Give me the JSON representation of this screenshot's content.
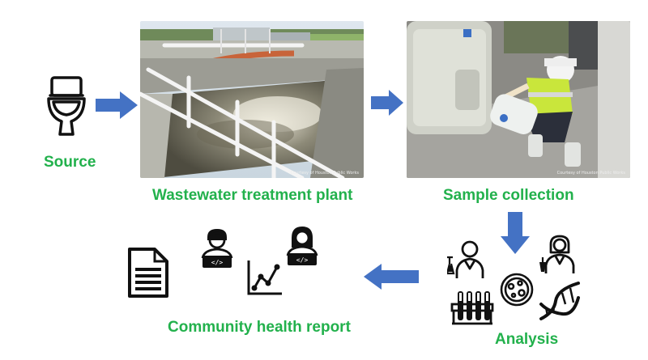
{
  "labels": {
    "source": "Source",
    "treatment_plant": "Wastewater treatment plant",
    "sample_collection": "Sample collection",
    "analysis": "Analysis",
    "community_report": "Community health report"
  },
  "photo_credits": {
    "treatment_plant": "Courtesy of Houston Public Works",
    "sample_collection": "Courtesy of Houston Public Works"
  },
  "colors": {
    "label_green": "#22b14c",
    "arrow_blue": "#4472c4",
    "icon_black": "#111111"
  },
  "icons": {
    "source": "toilet-icon",
    "treatment_plant": "wastewater-tank-photo",
    "sample_collection": "worker-sampling-photo",
    "analysis": [
      "scientist-icon",
      "scientist-female-icon",
      "test-tubes-icon",
      "petri-dish-icon",
      "dna-icon"
    ],
    "community_report": [
      "document-icon",
      "analyst-icon",
      "analyst-female-icon",
      "trend-chart-icon"
    ]
  }
}
